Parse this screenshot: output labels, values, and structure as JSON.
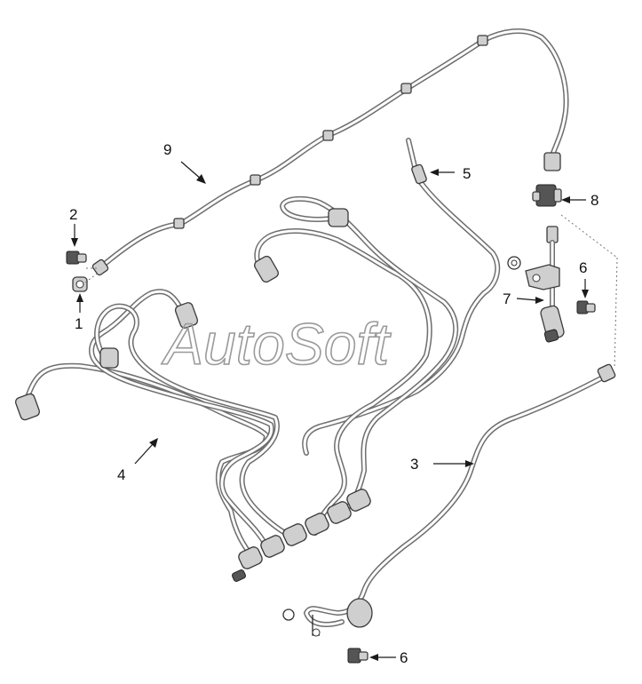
{
  "watermark": "AutoSoft",
  "callouts": [
    {
      "id": "1",
      "label": "1"
    },
    {
      "id": "2",
      "label": "2"
    },
    {
      "id": "3",
      "label": "3"
    },
    {
      "id": "4",
      "label": "4"
    },
    {
      "id": "5",
      "label": "5"
    },
    {
      "id": "6a",
      "label": "6"
    },
    {
      "id": "6b",
      "label": "6"
    },
    {
      "id": "7",
      "label": "7"
    },
    {
      "id": "8",
      "label": "8"
    },
    {
      "id": "9",
      "label": "9"
    }
  ]
}
